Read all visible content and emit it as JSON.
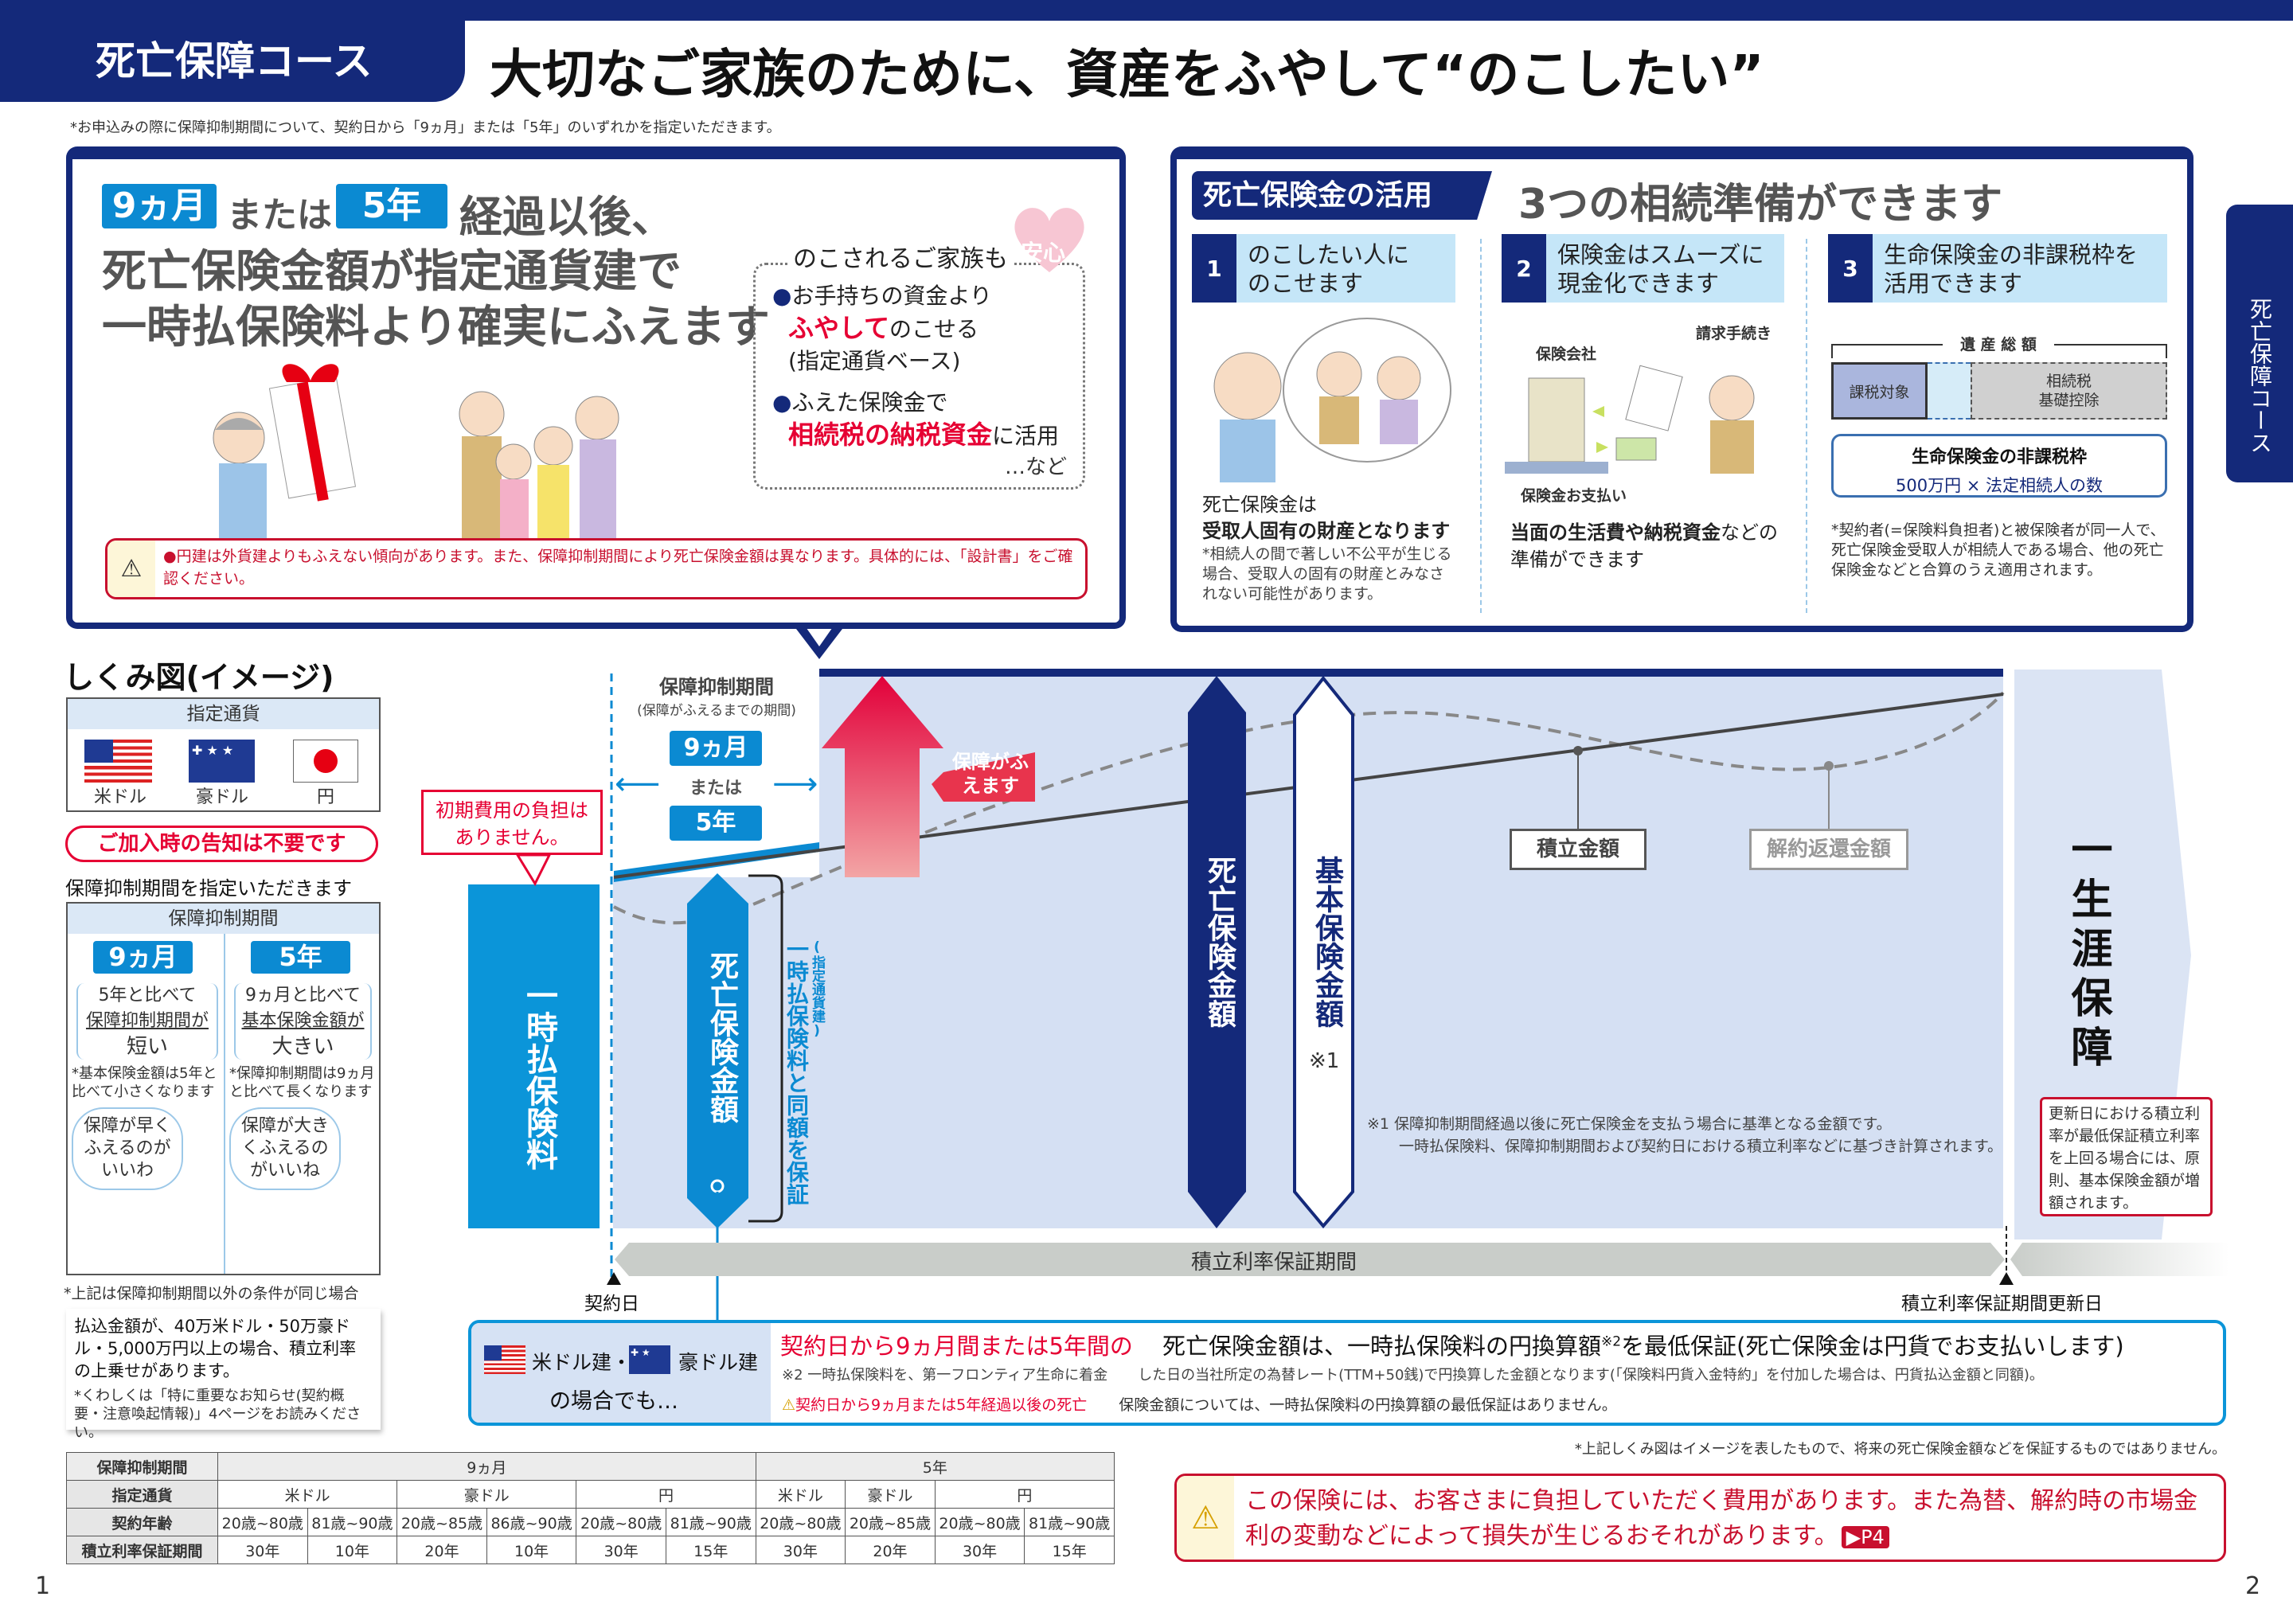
{
  "header": {
    "course_label": "死亡保障コース",
    "headline": "大切なご家族のために、資産をふやして“のこしたい”",
    "note": "*お申込みの際に保障抑制期間について、契約日から「9ヵ月」または「5年」のいずれかを指定いただきます。"
  },
  "side_tab": {
    "label": "死亡保障コース"
  },
  "left_panel": {
    "badge_9m": "9ヵ月",
    "or": "または",
    "badge_5y": "5年",
    "line1_rest": "経過以後、",
    "line2": "死亡保険金額が指定通貨建で",
    "line3": "一時払保険料より確実にふえます",
    "family_heading": "のこされるご家族も",
    "heart_label": "安心",
    "bullet1_a": "お手持ちの資金より",
    "bullet1_red": "ふやして",
    "bullet1_b": "のこせる",
    "bullet1_c": "(指定通貨ベース)",
    "bullet2_a": "ふえた保険金で",
    "bullet2_red": "相続税の納税資金",
    "bullet2_b": "に活用",
    "etc": "…など",
    "warning": "●円建は外貨建よりもふえない傾向があります。また、保障抑制期間により死亡保険金額は異なります。具体的には、「設計書」をご確認ください。"
  },
  "right_panel": {
    "label": "死亡保険金の活用",
    "title": "3つの相続準備ができます",
    "items": [
      {
        "num": "1",
        "title_a": "のこしたい人に",
        "title_b": "のこせます",
        "text_a": "死亡保険金は",
        "text_bold": "受取人固有の財産となります",
        "note": "*相続人の間で著しい不公平が生じる場合、受取人の固有の財産とみなされない可能性があります。"
      },
      {
        "num": "2",
        "title_a": "保険金はスムーズに",
        "title_b": "現金化できます",
        "label_company": "保険会社",
        "label_claim": "請求手続き",
        "label_payment": "保険金お支払い",
        "text_bold": "当面の生活費や納税資金",
        "text_a": "などの",
        "text_b": "準備ができます"
      },
      {
        "num": "3",
        "title_a": "生命保険金の非課税枠を",
        "title_b": "活用できます",
        "estate_total": "遺 産 総 額",
        "taxable": "課税対象",
        "deduction_a": "相続税",
        "deduction_b": "基礎控除",
        "box_title": "生命保険金の非課税枠",
        "box_formula": "500万円 × 法定相続人の数",
        "note": "*契約者(=保険料負担者)と被保険者が同一人で、死亡保険金受取人が相続人である場合、他の死亡保険金などと合算のうえ適用されます。"
      }
    ]
  },
  "mechanism": {
    "title": "しくみ図(イメージ)",
    "currency_header": "指定通貨",
    "currencies": [
      "米ドル",
      "豪ドル",
      "円"
    ],
    "no_notice": "ご加入時の告知は不要です",
    "period_instruction": "保障抑制期間を指定いただきます",
    "period_header": "保障抑制期間",
    "options": [
      {
        "badge": "9ヵ月",
        "l1": "5年と比べて",
        "l2": "保障抑制期間が",
        "l3": "短い",
        "note": "*基本保険金額は5年と比べて小さくなります",
        "thought": "保障が早くふえるのがいいわ"
      },
      {
        "badge": "5年",
        "l1": "9ヵ月と比べて",
        "l2": "基本保険金額が",
        "l3": "大きい",
        "note": "*保障抑制期間は9ヵ月と比べて長くなります",
        "thought": "保障が大きくふえるのがいいね"
      }
    ],
    "options_note": "*上記は保障抑制期間以外の条件が同じ場合",
    "bonus_note": "払込金額が、40万米ドル・50万豪ドル・5,000万円以上の場合、積立利率の上乗せがあります。",
    "bonus_sub": "*くわしくは「特に重要なお知らせ(契約概要・注意喚起情報)」4ページをお読みください。"
  },
  "diagram": {
    "period_title": "保障抑制期間",
    "period_sub": "(保障がふえるまでの期間)",
    "badge_9m": "9ヵ月",
    "or": "または",
    "badge_5y": "5年",
    "no_initial_cost": "初期費用の負担はありません。",
    "premium": "一時払保険料",
    "death_benefit_initial": "死亡保険金額",
    "guarantee_paren": "(指定通貨建)",
    "guarantee": "一時払保険料と同額を保証",
    "increase": "保障がふえます",
    "death_benefit": "死亡保険金額",
    "basic_amount": "基本保険金額",
    "basic_mark": "※1",
    "accumulation": "積立金額",
    "surrender": "解約返還金額",
    "footnote1_a": "※1 保障抑制期間経過以後に死亡保険金を支払う場合に基準となる金額です。",
    "footnote1_b": "一時払保険料、保障抑制期間および契約日における積立利率などに基づき計算されます。",
    "lifetime": "一生涯保障",
    "renewal_note": "更新日における積立利率が最低保証積立利率を上回る場合には、原則、基本保険金額が増額されます。",
    "rate_period": "積立利率保証期間",
    "contract_date": "契約日",
    "renewal_date": "積立利率保証期間更新日"
  },
  "fx_box": {
    "usd": "米ドル建",
    "sep": "・",
    "aud": "豪ドル建",
    "case": "の場合でも…",
    "red_head": "契約日から9ヵ月間または5年間の",
    "main": "死亡保険金額は、一時払保険料の円換算額",
    "sup": "※2",
    "main_b": "を最低保証(死亡保険金は円貨でお支払いします)",
    "note2_a": "※2 一時払保険料を、第一フロンティア生命に着金",
    "note2_b": "した日の当社所定の為替レート(TTM+50銭)で円換算した金額となります(「保険料円貨入金特約」を付加した場合は、円貨払込金額と同額)。",
    "warn_red": "契約日から9ヵ月または5年経過以後の死亡",
    "warn_b": "保険金額については、一時払保険料の円換算額の最低保証はありません。"
  },
  "disclaimer": "*上記しくみ図はイメージを表したもので、将来の死亡保険金額などを保証するものではありません。",
  "risk_warning": {
    "text": "この保険には、お客さまに負担していただく費用があります。また為替、解約時の市場金利の変動などによって損失が生じるおそれがあります。",
    "link": "▶P4"
  },
  "table": {
    "row_labels": [
      "保障抑制期間",
      "指定通貨",
      "契約年齢",
      "積立利率保証期間"
    ],
    "periods": [
      "9ヵ月",
      "5年"
    ],
    "currencies_9m": [
      "米ドル",
      "豪ドル",
      "円"
    ],
    "currencies_5y": [
      "米ドル",
      "豪ドル",
      "円"
    ],
    "ages": [
      "20歳~80歳",
      "81歳~90歳",
      "20歳~85歳",
      "86歳~90歳",
      "20歳~80歳",
      "81歳~90歳",
      "20歳~80歳",
      "20歳~85歳",
      "20歳~80歳",
      "81歳~90歳"
    ],
    "terms": [
      "30年",
      "10年",
      "20年",
      "10年",
      "30年",
      "15年",
      "30年",
      "20年",
      "30年",
      "15年"
    ]
  },
  "page_numbers": {
    "left": "1",
    "right": "2"
  },
  "colors": {
    "navy": "#14297a",
    "blue": "#0b8ad2",
    "red": "#e60033",
    "diagram_bg": "#d5e0f3"
  }
}
